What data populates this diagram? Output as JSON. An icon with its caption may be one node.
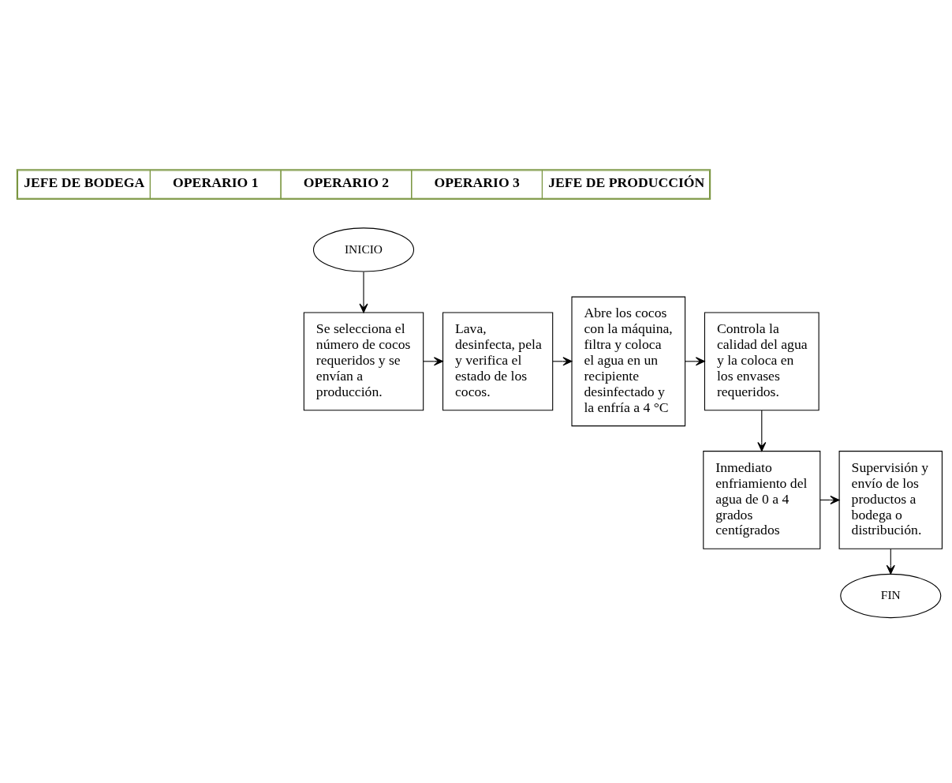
{
  "diagram": {
    "nodes": [
      {
        "text": [
          "INICIO"
        ]
      },
      {
        "text": [
          "Se selecciona el número de cocos requeridos y se envían a producción."
        ]
      },
      {
        "text": [
          "Lava, desinfecta, pela y verifica el estado de los cocos."
        ]
      },
      {
        "text": [
          "Abre los cocos con la máquina, filtra y coloca el agua en un recipiente desinfectado y la enfría a 4 °C"
        ]
      },
      {
        "text": [
          "Controla la calidad del agua y la coloca en los envases requeridos."
        ]
      },
      {
        "text": [
          "Inmediato enfriamiento del agua de 0 a 4 grados centígrados"
        ]
      },
      {
        "text": [
          "Supervisión y envío de los productos a bodega o distribución."
        ]
      },
      {
        "text": [
          "FIN"
        ]
      }
    ],
    "edges": [
      {
        "from": 0,
        "to": 1,
        "arrow": "to"
      },
      {
        "from": 1,
        "to": 2,
        "arrow": "to"
      },
      {
        "from": 2,
        "to": 3,
        "arrow": "to"
      },
      {
        "from": 3,
        "to": 4,
        "arrow": "to"
      },
      {
        "from": 4,
        "to": 5,
        "arrow": "to"
      },
      {
        "from": 5,
        "to": 6,
        "arrow": "to"
      },
      {
        "from": 6,
        "to": 7,
        "arrow": "to"
      }
    ],
    "labels": [
      "JEFE DE BODEGA",
      "OPERARIO 1",
      "OPERARIO 2",
      "OPERARIO 3",
      "JEFE DE PRODUCCIÓN"
    ]
  }
}
